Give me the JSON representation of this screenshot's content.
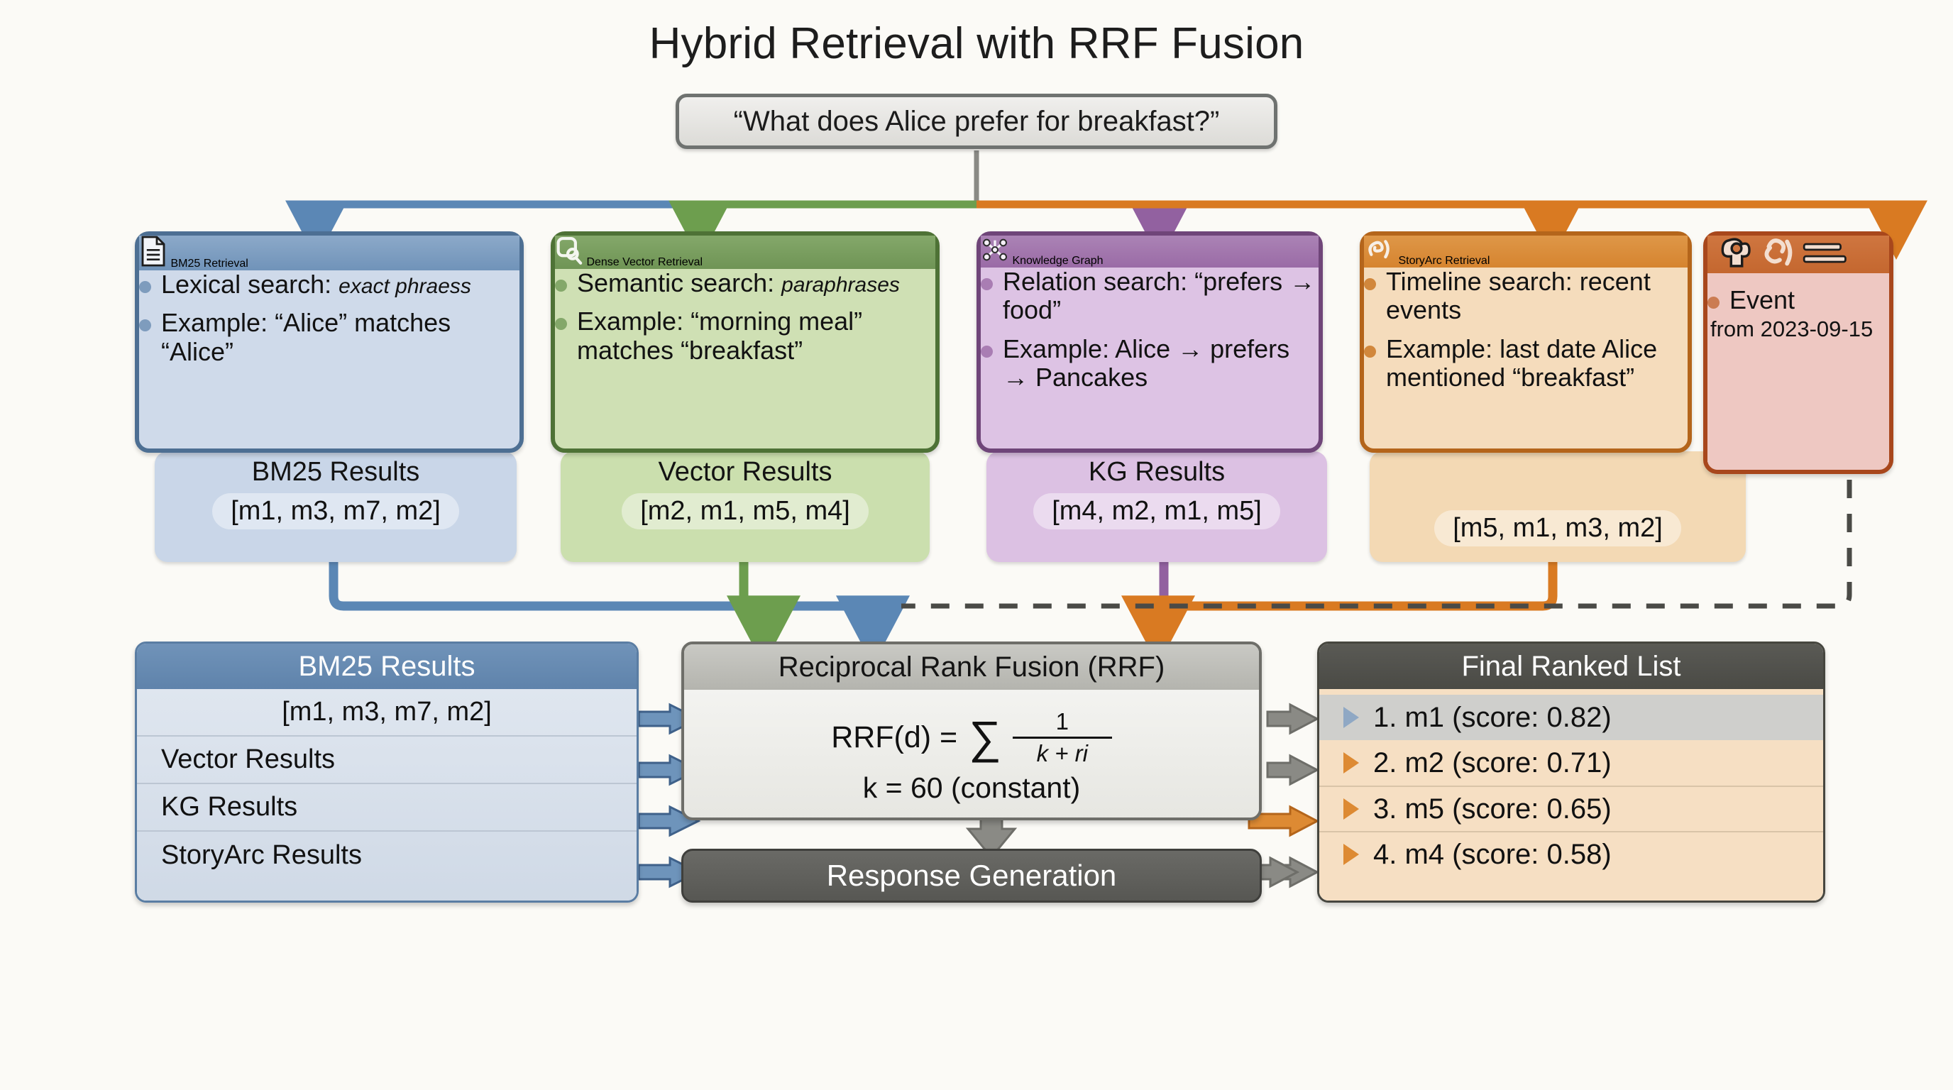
{
  "title": "Hybrid Retrieval with RRF Fusion",
  "query": {
    "text": "“What does Alice prefer for breakfast?”"
  },
  "retrievers": [
    {
      "name": "bm25",
      "icon": "document-icon",
      "header": "BM25 Retrieval",
      "header_sub": "",
      "bullets": [
        {
          "lead": "Lexical search:",
          "em": "exact phraess"
        },
        {
          "lead": "Example: “Alice” matches “Alice”",
          "em": ""
        }
      ],
      "results_label": "BM25 Results",
      "results_value": "[m1, m3, m7, m2]",
      "color_header": "#7b9cc0",
      "color_body": "#cfdaea",
      "color_plate": "#c9d6e8",
      "color_border": "#4d6f93",
      "color_dot": "#7e9cbd",
      "color_arrow": "#5b87b5"
    },
    {
      "name": "dense-vector",
      "icon": "magnifier-icon",
      "header": "Dense Vector Retrieval",
      "header_sub": "",
      "bullets": [
        {
          "lead": "Semantic search:",
          "em": "paraphrases"
        },
        {
          "lead": "Example: “morning meal” matches “breakfast”",
          "em": ""
        }
      ],
      "results_label": "Vector Results",
      "results_value": "[m2, m1, m5, m4]",
      "color_header": "#6f9455",
      "color_body": "#cfe0b4",
      "color_plate": "#cbdfae",
      "color_border": "#4e7236",
      "color_dot": "#84a86a",
      "color_arrow": "#6d9e4e"
    },
    {
      "name": "knowledge-graph",
      "icon": "graph-nodes-icon",
      "header": "Knowledge Graph",
      "header_sub": "",
      "bullets": [
        {
          "lead": "Relation search: “prefers → food”",
          "em": ""
        },
        {
          "lead": "Example: Alice → prefers → Pancakes",
          "em": ""
        }
      ],
      "results_label": "KG Results",
      "results_value": "[m4, m2, m1, m5]",
      "color_header": "#9a6ba6",
      "color_body": "#ddc3e4",
      "color_plate": "#dcc1e3",
      "color_border": "#6f4579",
      "color_dot": "#a97db3",
      "color_arrow": "#9261a0"
    },
    {
      "name": "storyarc",
      "icon": "timeline-swirl-icon",
      "header": "StoryArc",
      "header_sub": "Retrieval",
      "bullets": [
        {
          "lead": "Timeline search: recent events",
          "em": ""
        },
        {
          "lead": "Example: last date Alice mentioned “breakfast”",
          "em": ""
        }
      ],
      "results_label": "",
      "results_value": "[m5, m1, m3, m2]",
      "color_header": "#d6842f",
      "color_body": "#f5dcbc",
      "color_plate": "#f3d9b4",
      "color_border": "#b4651b",
      "color_dot": "#d1873c",
      "color_arrow": "#d97a22"
    },
    {
      "name": "event",
      "icon": "glyphs-icon",
      "header": "",
      "header_sub": "",
      "bullets": [
        {
          "lead": "Event",
          "em": ""
        },
        {
          "lead": "from 2023-09-15",
          "em": ""
        }
      ],
      "results_label": "",
      "results_value": "",
      "color_header": "#c4672f",
      "color_body": "#eec8c2",
      "color_plate": "#eec8c2",
      "color_border": "#a8471c",
      "color_dot": "#cb7c52",
      "color_arrow": "#d97a22"
    }
  ],
  "sources_panel": {
    "title": "BM25 Results",
    "rows": [
      "[m1, m3, m7, m2]",
      "Vector Results",
      "KG Results",
      "StoryArc Results"
    ]
  },
  "rrf_panel": {
    "title": "Reciprocal Rank Fusion (RRF)",
    "formula_lhs": "RRF(d) =",
    "sigma": "∑",
    "numerator": "1",
    "denominator": "k + ri",
    "k_line": "k = 60 (constant)"
  },
  "final_panel": {
    "title": "Final Ranked List",
    "rows": [
      {
        "text": "1. m1 (score: 0.82)",
        "marker_color": "#8fa8c4"
      },
      {
        "text": "2. m2 (score: 0.71)",
        "marker_color": "#dd8a33"
      },
      {
        "text": "3. m5 (score: 0.65)",
        "marker_color": "#dd8a33"
      },
      {
        "text": "4. m4 (score: 0.58)",
        "marker_color": "#dd8a33"
      }
    ]
  },
  "response_bar": {
    "label": "Response Generation"
  },
  "palette": {
    "background": "#fbfaf6",
    "blue": "#5b87b5",
    "green": "#6d9e4e",
    "purple": "#9261a0",
    "orange": "#d97a22",
    "gray": "#8a8a85",
    "dark_gray": "#57574f"
  }
}
